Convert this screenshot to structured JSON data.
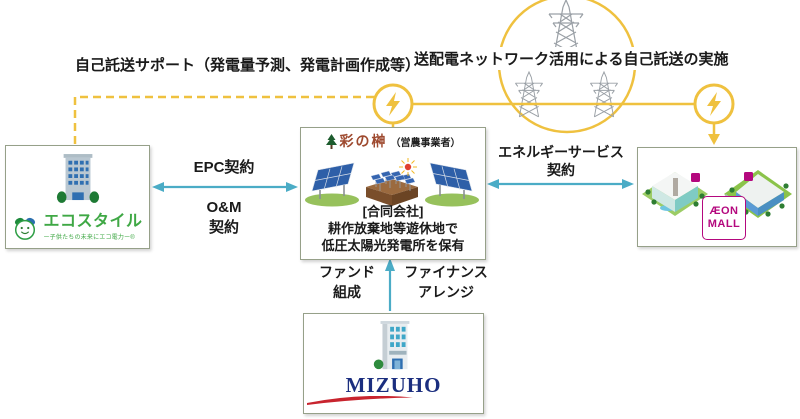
{
  "labels": {
    "self_consignment_support": "自己託送サポート（発電量予測、発電計画作成等）",
    "grid_network_transfer": "送配電ネットワーク活用による自己託送の実施"
  },
  "nodes": {
    "ecostyle": {
      "name": "エコスタイル",
      "slogan": "ー子供たちの未来にエコ電力ー®"
    },
    "godo_company": {
      "brand": "彩の榊",
      "brand_note": "（営農事業者）",
      "desc_line1": "[合同会社]",
      "desc_line2": "耕作放棄地等遊休地で",
      "desc_line3": "低圧太陽光発電所を保有"
    },
    "aeon_mall": {
      "logo_line1": "ÆON",
      "logo_line2": "MALL"
    },
    "mizuho": {
      "logo": "MIZUHO"
    }
  },
  "edges": {
    "epc": "EPC契約",
    "om_line1": "O&M",
    "om_line2": "契約",
    "energy_line1": "エネルギーサービス",
    "energy_line2": "契約",
    "fund_line1": "ファンド",
    "fund_line2": "組成",
    "finance_line1": "ファイナンス",
    "finance_line2": "アレンジ"
  },
  "colors": {
    "power_yellow": "#EFC13F",
    "arrow_blue": "#4BACC6",
    "box_border": "#96A089",
    "eco_green": "#3FA845",
    "sakaki_brown": "#9E4A2F",
    "aeon_magenta": "#B4087E",
    "mizuho_navy": "#1B2E7F",
    "mizuho_red": "#C8242E"
  }
}
